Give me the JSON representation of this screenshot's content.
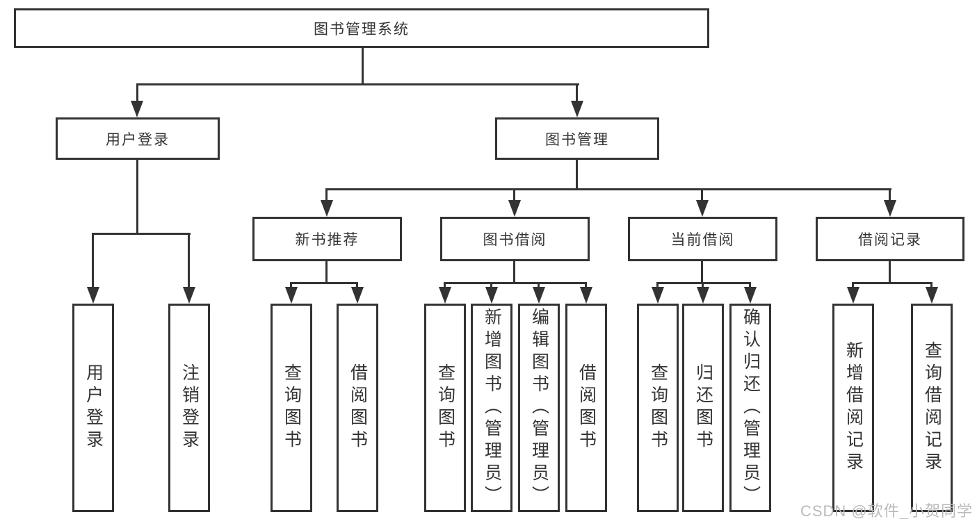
{
  "diagram_title": "图书管理系统",
  "tree": {
    "root": {
      "label": "图书管理系统"
    },
    "branches": [
      {
        "label": "用户登录",
        "children": [
          "用户登录",
          "注销登录"
        ]
      },
      {
        "label": "图书管理",
        "modules": [
          {
            "label": "新书推荐",
            "children": [
              "查询图书",
              "借阅图书"
            ]
          },
          {
            "label": "图书借阅",
            "children": [
              "查询图书",
              "新增图书（管理员）",
              "编辑图书（管理员）",
              "借阅图书"
            ]
          },
          {
            "label": "当前借阅",
            "children": [
              "查询图书",
              "归还图书",
              "确认归还（管理员）"
            ]
          },
          {
            "label": "借阅记录",
            "children": [
              "新增借阅记录",
              "查询借阅记录"
            ]
          }
        ]
      }
    ]
  },
  "watermark": {
    "text": "CSDN @软件_小贺同学",
    "color": "#b6b6b6"
  },
  "colors": {
    "line": "#333333",
    "box_background": "#ffffff",
    "text": "#333333"
  }
}
